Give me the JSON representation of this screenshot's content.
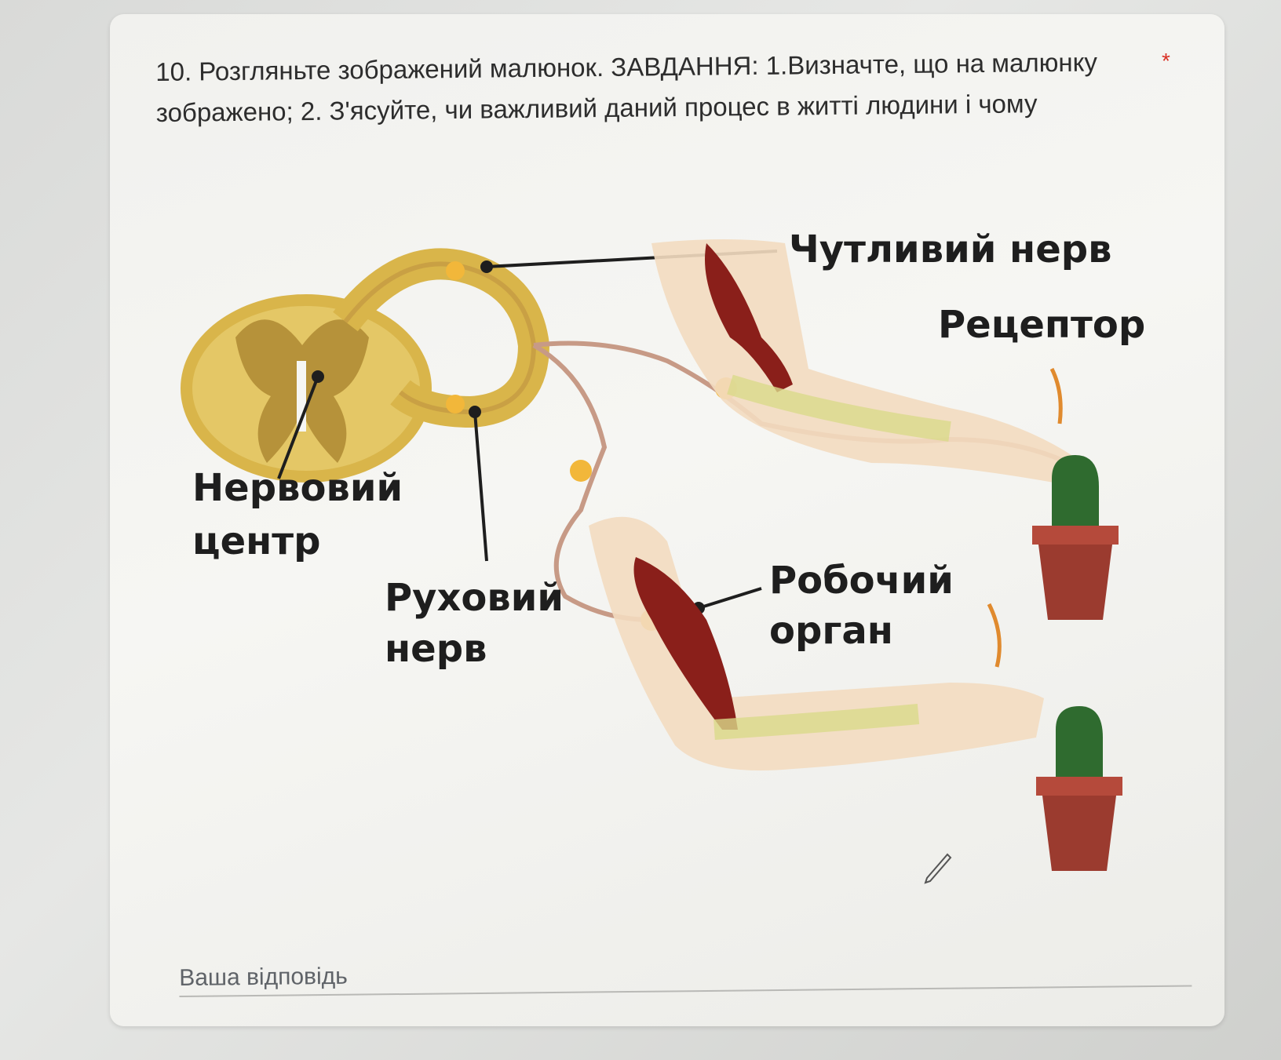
{
  "question": {
    "text": "10.  Розгляньте зображений малюнок. ЗАВДАННЯ: 1.Визначте, що на малюнку зображено; 2. З'ясуйте, чи важливий даний процес в житті людини і чому",
    "required_marker": "*"
  },
  "figure": {
    "labels": {
      "sensory_nerve": "Чутливий нерв",
      "receptor": "Рецептор",
      "nerve_center_line1": "Нервовий",
      "nerve_center_line2": "центр",
      "motor_nerve_line1": "Руховий",
      "motor_nerve_line2": "нерв",
      "effector_line1": "Робочий",
      "effector_line2": "орган"
    }
  },
  "answer": {
    "placeholder": "Ваша відповідь",
    "value": ""
  },
  "colors": {
    "required": "#d93025",
    "spinal_cord": "#d9b54a",
    "muscle": "#8a1f1a",
    "skin": "#f3dcc0",
    "cactus": "#2f6b2f",
    "pot": "#9b3b2f"
  }
}
